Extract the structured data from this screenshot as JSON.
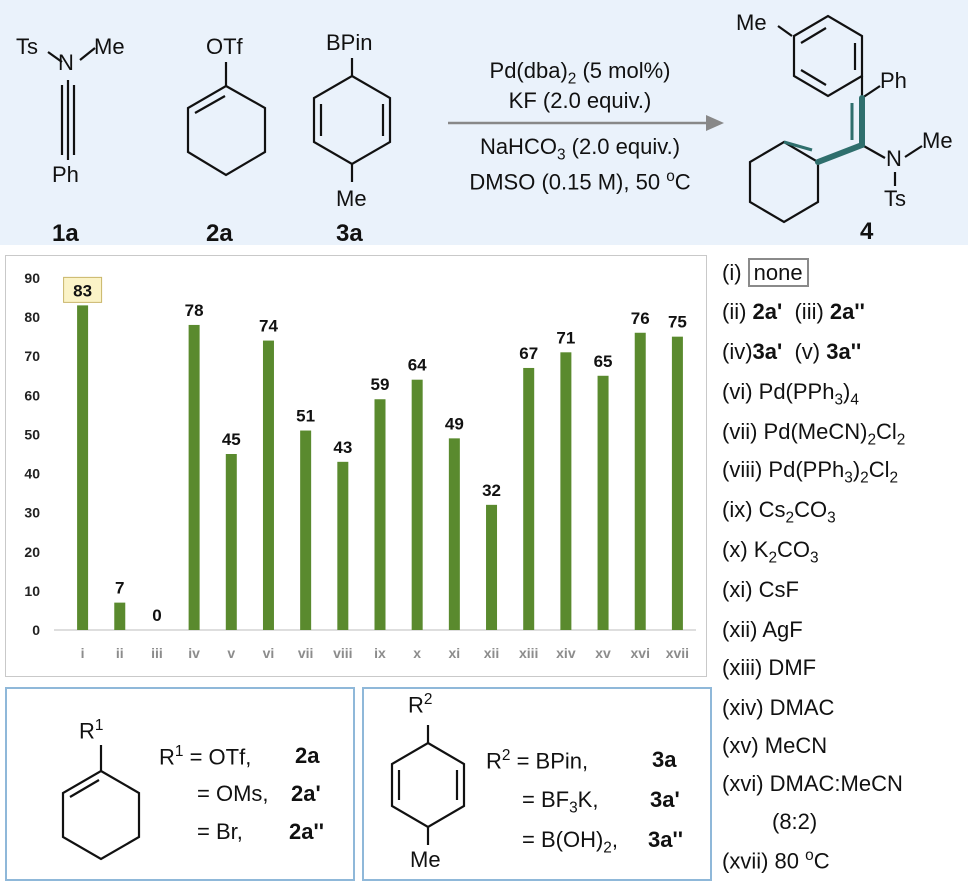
{
  "scheme": {
    "reactant1": {
      "label": "1a",
      "ts": "Ts",
      "n": "N",
      "me": "Me",
      "ph": "Ph"
    },
    "reactant2": {
      "label": "2a",
      "group": "OTf"
    },
    "reactant3": {
      "label": "3a",
      "group": "BPin",
      "me": "Me"
    },
    "conditions": {
      "line1_a": "Pd(dba)",
      "line1_sub": "2",
      "line1_b": " (5 mol%)",
      "line2": "KF (2.0 equiv.)",
      "line3_a": "NaHCO",
      "line3_sub": "3",
      "line3_b": " (2.0 equiv.)",
      "line4_a": "DMSO (0.15 M), 50 ",
      "line4_sup": "o",
      "line4_b": "C"
    },
    "product": {
      "label": "4",
      "me_top": "Me",
      "ph": "Ph",
      "n": "N",
      "me": "Me",
      "ts": "Ts"
    }
  },
  "chart_data": {
    "type": "bar",
    "categories": [
      "i",
      "ii",
      "iii",
      "iv",
      "v",
      "vi",
      "vii",
      "viii",
      "ix",
      "x",
      "xi",
      "xii",
      "xiii",
      "xiv",
      "xv",
      "xvi",
      "xvii"
    ],
    "values": [
      83,
      7,
      0,
      78,
      45,
      74,
      51,
      43,
      59,
      64,
      49,
      32,
      67,
      71,
      65,
      76,
      75
    ],
    "data_labels": [
      "83",
      "7",
      "0",
      "78",
      "45",
      "74",
      "51",
      "43",
      "59",
      "64",
      "49",
      "32",
      "67",
      "71",
      "65",
      "76",
      "75"
    ],
    "highlighted_label_index": 0,
    "yticks": [
      "0",
      "10",
      "20",
      "30",
      "40",
      "50",
      "60",
      "70",
      "80",
      "90"
    ],
    "ylim": [
      0,
      90
    ],
    "grid": false,
    "bar_color": "#5a8a2e",
    "highlight_fill": "#fbf3c7"
  },
  "legend": {
    "i_a": "(i) ",
    "i_b": "none",
    "ii_a": "(ii) ",
    "ii_b": "2a'",
    "iii_a": "  (iii) ",
    "iii_b": "2a''",
    "iv_a": "(iv)",
    "iv_b": "3a'",
    "v_a": "  (v) ",
    "v_b": "3a''",
    "vi_a": "(vi) Pd(PPh",
    "vi_s1": "3",
    "vi_b": ")",
    "vi_s2": "4",
    "vii_a": "(vii) Pd(MeCN)",
    "vii_s1": "2",
    "vii_b": "Cl",
    "vii_s2": "2",
    "viii_a": "(viii) Pd(PPh",
    "viii_s1": "3",
    "viii_b": ")",
    "viii_s2": "2",
    "viii_c": "Cl",
    "viii_s3": "2",
    "ix_a": "(ix) Cs",
    "ix_s1": "2",
    "ix_b": "CO",
    "ix_s2": "3",
    "x_a": "(x) K",
    "x_s1": "2",
    "x_b": "CO",
    "x_s2": "3",
    "xi": "(xi) CsF",
    "xii": "(xii) AgF",
    "xiii": "(xiii) DMF",
    "xiv": "(xiv) DMAC",
    "xv": "(xv) MeCN",
    "xvi": "(xvi) DMAC:MeCN",
    "xvi_ratio": "(8:2)",
    "xvii_a": "(xvii) 80 ",
    "xvii_sup": "o",
    "xvii_b": "C"
  },
  "box_left": {
    "r": "R",
    "r_sup": "1",
    "row1_a": "R",
    "row1_sup": "1",
    "row1_b": " = OTf,",
    "row1_c": "2a",
    "row2_b": "= OMs,",
    "row2_c": "2a'",
    "row3_b": "= Br,",
    "row3_c": "2a''"
  },
  "box_right": {
    "r": "R",
    "r_sup": "2",
    "me": "Me",
    "row1_a": "R",
    "row1_sup": "2",
    "row1_b": " = BPin,",
    "row1_c": "3a",
    "row2_a": "= BF",
    "row2_sub": "3",
    "row2_b": "K,",
    "row2_c": "3a'",
    "row3_a": "= B(OH)",
    "row3_sub": "2",
    "row3_b": ",",
    "row3_c": "3a''"
  }
}
